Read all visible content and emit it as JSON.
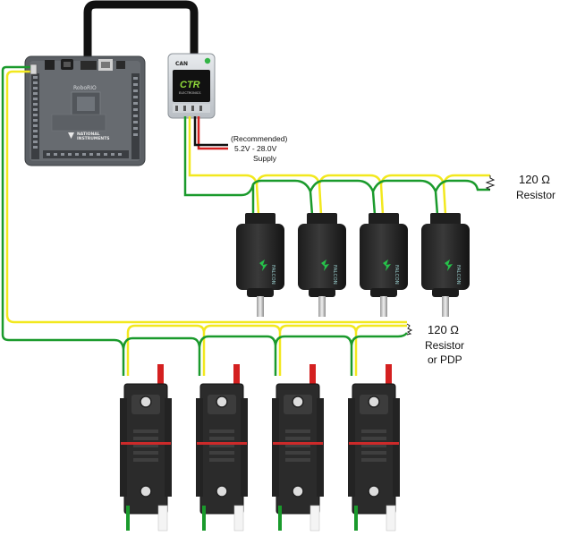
{
  "devices": {
    "roborio_brand": "RoboRIO",
    "roborio_maker_line1": "NATIONAL",
    "roborio_maker_line2": "INSTRUMENTS",
    "canifier_top_label": "CAN",
    "canifier_brand": "CTR",
    "canifier_sub": "ELECTRONICS",
    "motor_brand": "FALCON"
  },
  "annotations": {
    "supply_line1": "(Recommended)",
    "supply_line2": "5.2V - 28.0V",
    "supply_line3": "Supply",
    "term1_value": "120 Ω",
    "term1_label": "Resistor",
    "term2_value": "120 Ω",
    "term2_line2": "Resistor",
    "term2_line3": "or PDP"
  },
  "colors": {
    "can_high": "#f2e81e",
    "can_low": "#1a9a2c",
    "power_pos": "#d42020",
    "ground": "#111111",
    "housing": "#2a2a2a",
    "roborio_body": "#5a5e63"
  }
}
